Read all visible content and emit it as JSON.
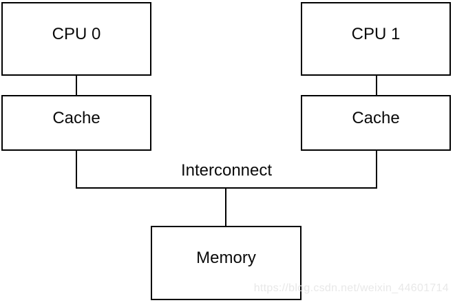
{
  "diagram": {
    "title_implied": "Shared-memory multiprocessor diagram",
    "nodes": {
      "cpu0": {
        "label": "CPU 0"
      },
      "cpu1": {
        "label": "CPU 1"
      },
      "cache0": {
        "label": "Cache"
      },
      "cache1": {
        "label": "Cache"
      },
      "memory": {
        "label": "Memory"
      }
    },
    "bus": {
      "label": "Interconnect"
    },
    "edges": [
      {
        "from": "cpu0",
        "to": "cache0"
      },
      {
        "from": "cpu1",
        "to": "cache1"
      },
      {
        "from": "cache0",
        "to": "interconnect"
      },
      {
        "from": "cache1",
        "to": "interconnect"
      },
      {
        "from": "interconnect",
        "to": "memory"
      }
    ],
    "colors": {
      "line": "#000000",
      "box_fill": "#ffffff",
      "text": "#0a0a0a",
      "background": "#ffffff",
      "watermark": "#e8e8e8"
    }
  },
  "watermark": {
    "text": "https://blog.csdn.net/weixin_44601714"
  }
}
